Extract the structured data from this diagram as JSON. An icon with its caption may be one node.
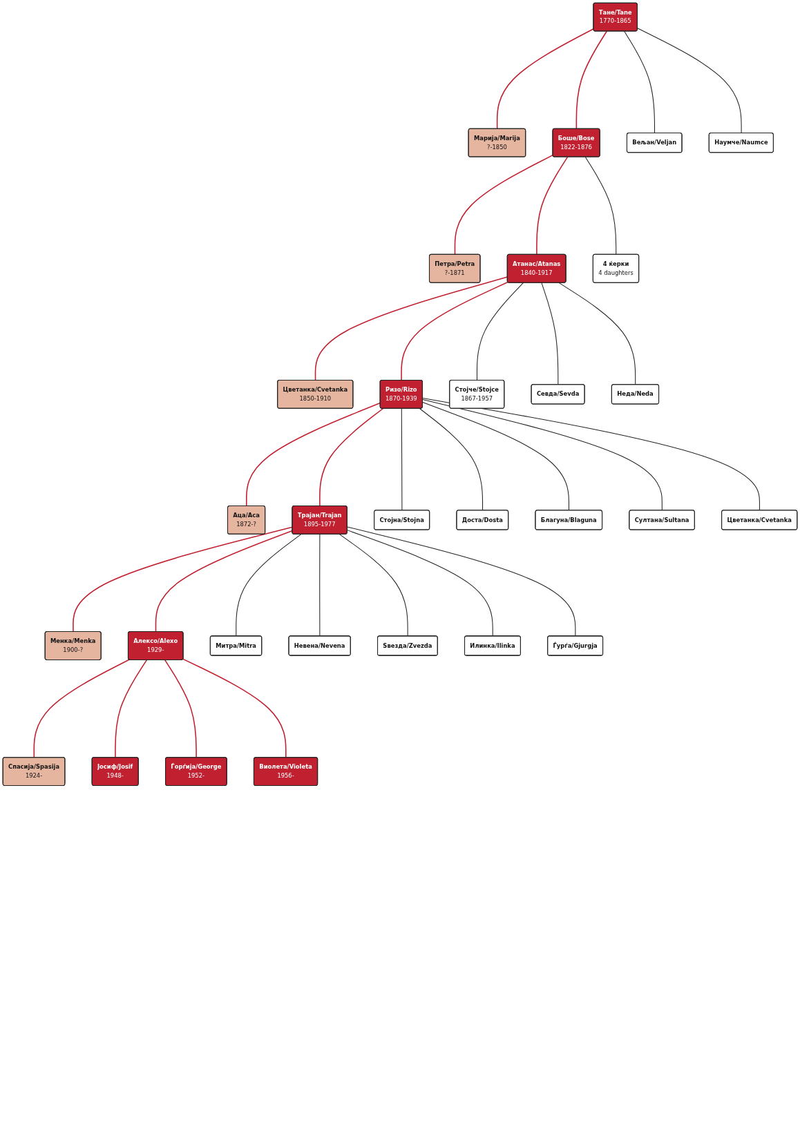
{
  "diagram": {
    "nodes": [
      {
        "text": [
          "Тане/Tane",
          "1770-1865"
        ]
      },
      {
        "text": [
          "Марија/Marija",
          "?-1850"
        ]
      },
      {
        "text": [
          "Боше/Bose",
          "1822-1876"
        ]
      },
      {
        "text": [
          "Петра/Petra",
          "?-1871"
        ]
      },
      {
        "text": [
          "Вељан/Veljan"
        ]
      },
      {
        "text": [
          "Наумче/Naumce"
        ]
      },
      {
        "text": [
          "Атанас/Atanas",
          "1840-1917"
        ]
      },
      {
        "text": [
          "Цветанка/Cvetanka",
          "1850-1910"
        ]
      },
      {
        "text": [
          "4 ќерки",
          "4 daughters"
        ]
      },
      {
        "text": [
          "Ризо/Rizo",
          "1870-1939"
        ]
      },
      {
        "text": [
          "Аца/Aca",
          "1872-?"
        ]
      },
      {
        "text": [
          "Стојче/Stojce",
          "1867-1957"
        ]
      },
      {
        "text": [
          "Севда/Sevda"
        ]
      },
      {
        "text": [
          "Неда/Neda"
        ]
      },
      {
        "text": [
          "Трајан/Trajan",
          "1895-1977"
        ]
      },
      {
        "text": [
          "Менка/Menka",
          "1900-?"
        ]
      },
      {
        "text": [
          "Стојна/Stojna"
        ]
      },
      {
        "text": [
          "Доста/Dosta"
        ]
      },
      {
        "text": [
          "Благуна/Blaguna"
        ]
      },
      {
        "text": [
          "Султана/Sultana"
        ]
      },
      {
        "text": [
          "Цветанка/Cvetanka"
        ]
      },
      {
        "text": [
          "Алексо/Alexo",
          "1929-"
        ]
      },
      {
        "text": [
          "Спасија/Spasija",
          "1924-"
        ]
      },
      {
        "text": [
          "Митра/Mitra"
        ]
      },
      {
        "text": [
          "Невена/Nevena"
        ]
      },
      {
        "text": [
          "Ѕвезда/Zvezda"
        ]
      },
      {
        "text": [
          "Илинка/Ilinka"
        ]
      },
      {
        "text": [
          "Ѓурѓа/Gjurgja"
        ]
      },
      {
        "text": [
          "Јосиф/Josif",
          "1948-"
        ]
      },
      {
        "text": [
          "Ѓорѓија/George",
          "1952-"
        ]
      },
      {
        "text": [
          "Виолета/Violeta",
          "1956-"
        ]
      }
    ],
    "edges": [
      {
        "from": 0,
        "to": 1,
        "arrow": "none",
        "color": "#c0202f"
      },
      {
        "from": 0,
        "to": 2,
        "arrow": "none",
        "color": "#c0202f"
      },
      {
        "from": 0,
        "to": 4,
        "arrow": "none"
      },
      {
        "from": 0,
        "to": 5,
        "arrow": "none"
      },
      {
        "from": 2,
        "to": 3,
        "arrow": "none",
        "color": "#c0202f"
      },
      {
        "from": 2,
        "to": 6,
        "arrow": "none",
        "color": "#c0202f"
      },
      {
        "from": 2,
        "to": 8,
        "arrow": "none"
      },
      {
        "from": 6,
        "to": 7,
        "arrow": "none",
        "color": "#c0202f"
      },
      {
        "from": 6,
        "to": 9,
        "arrow": "none",
        "color": "#c0202f"
      },
      {
        "from": 6,
        "to": 11,
        "arrow": "none"
      },
      {
        "from": 6,
        "to": 12,
        "arrow": "none"
      },
      {
        "from": 6,
        "to": 13,
        "arrow": "none"
      },
      {
        "from": 9,
        "to": 10,
        "arrow": "none",
        "color": "#c0202f"
      },
      {
        "from": 9,
        "to": 14,
        "arrow": "none",
        "color": "#c0202f"
      },
      {
        "from": 9,
        "to": 16,
        "arrow": "none"
      },
      {
        "from": 9,
        "to": 17,
        "arrow": "none"
      },
      {
        "from": 9,
        "to": 18,
        "arrow": "none"
      },
      {
        "from": 9,
        "to": 19,
        "arrow": "none"
      },
      {
        "from": 9,
        "to": 20,
        "arrow": "none"
      },
      {
        "from": 14,
        "to": 15,
        "arrow": "none",
        "color": "#c0202f"
      },
      {
        "from": 14,
        "to": 21,
        "arrow": "none",
        "color": "#c0202f"
      },
      {
        "from": 14,
        "to": 23,
        "arrow": "none"
      },
      {
        "from": 14,
        "to": 24,
        "arrow": "none"
      },
      {
        "from": 14,
        "to": 25,
        "arrow": "none"
      },
      {
        "from": 14,
        "to": 26,
        "arrow": "none"
      },
      {
        "from": 14,
        "to": 27,
        "arrow": "none"
      },
      {
        "from": 21,
        "to": 22,
        "arrow": "none",
        "color": "#c0202f"
      },
      {
        "from": 21,
        "to": 28,
        "arrow": "none",
        "color": "#c0202f"
      },
      {
        "from": 21,
        "to": 29,
        "arrow": "none",
        "color": "#c0202f"
      },
      {
        "from": 21,
        "to": 30,
        "arrow": "none",
        "color": "#c0202f"
      }
    ]
  }
}
